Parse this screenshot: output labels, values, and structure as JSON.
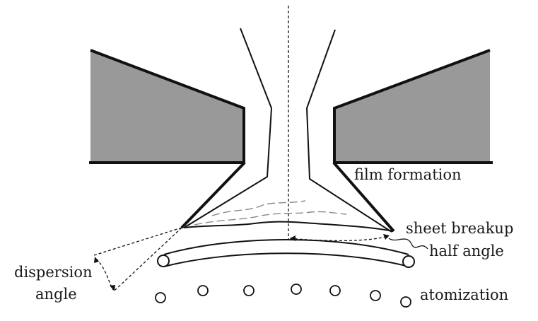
{
  "labels": {
    "film_formation": "film formation",
    "sheet_breakup": "sheet breakup",
    "half_angle": "half angle",
    "dispersion_line1": "dispersion",
    "dispersion_line2": "angle",
    "atomization": "atomization"
  },
  "colors": {
    "stroke": "#111111",
    "fill_gray": "#999999",
    "dashed_gray": "#888888"
  }
}
